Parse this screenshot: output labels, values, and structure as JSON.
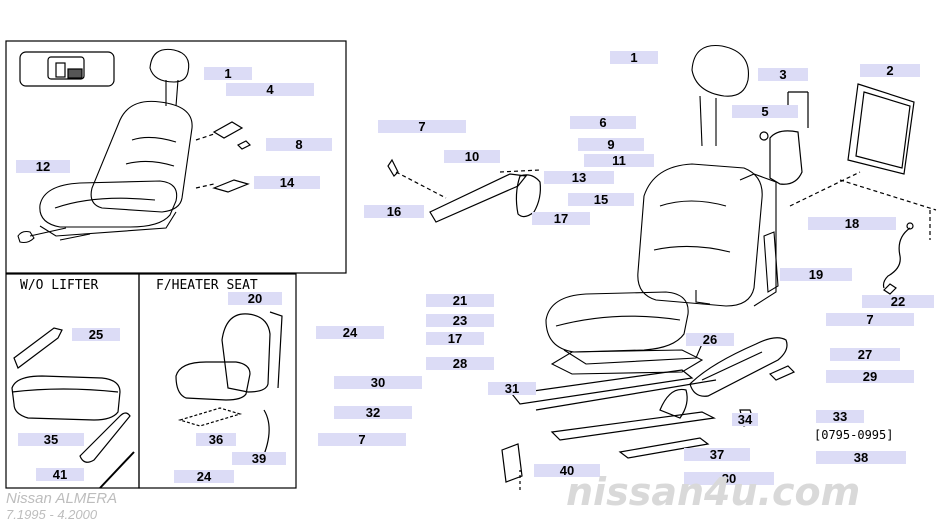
{
  "inset_labels": {
    "without_lifter": "W/O LIFTER",
    "heater_seat": "F/HEATER SEAT"
  },
  "date_range_code": "[0795-0995]",
  "footer": {
    "model": "Nissan ALMERA",
    "period": "7.1995 - 4.2000"
  },
  "watermark": "nissan4u.com",
  "colors": {
    "callout_bg": "#dcdcf6",
    "line": "#000000",
    "watermark": "#d9d9d9"
  },
  "callouts": [
    {
      "id": "c-1a",
      "label": "1"
    },
    {
      "id": "c-4",
      "label": "4"
    },
    {
      "id": "c-8",
      "label": "8"
    },
    {
      "id": "c-12",
      "label": "12"
    },
    {
      "id": "c-14",
      "label": "14"
    },
    {
      "id": "c-1b",
      "label": "1"
    },
    {
      "id": "c-2",
      "label": "2"
    },
    {
      "id": "c-3",
      "label": "3"
    },
    {
      "id": "c-5",
      "label": "5"
    },
    {
      "id": "c-6",
      "label": "6"
    },
    {
      "id": "c-7a",
      "label": "7"
    },
    {
      "id": "c-9",
      "label": "9"
    },
    {
      "id": "c-10",
      "label": "10"
    },
    {
      "id": "c-11",
      "label": "11"
    },
    {
      "id": "c-13",
      "label": "13"
    },
    {
      "id": "c-15",
      "label": "15"
    },
    {
      "id": "c-16",
      "label": "16"
    },
    {
      "id": "c-17a",
      "label": "17"
    },
    {
      "id": "c-18",
      "label": "18"
    },
    {
      "id": "c-19",
      "label": "19"
    },
    {
      "id": "c-22",
      "label": "22"
    },
    {
      "id": "c-7b",
      "label": "7"
    },
    {
      "id": "c-21",
      "label": "21"
    },
    {
      "id": "c-23",
      "label": "23"
    },
    {
      "id": "c-24a",
      "label": "24"
    },
    {
      "id": "c-17b",
      "label": "17"
    },
    {
      "id": "c-28",
      "label": "28"
    },
    {
      "id": "c-26",
      "label": "26"
    },
    {
      "id": "c-27",
      "label": "27"
    },
    {
      "id": "c-29",
      "label": "29"
    },
    {
      "id": "c-30a",
      "label": "30"
    },
    {
      "id": "c-31",
      "label": "31"
    },
    {
      "id": "c-32",
      "label": "32"
    },
    {
      "id": "c-7c",
      "label": "7"
    },
    {
      "id": "c-34",
      "label": "34"
    },
    {
      "id": "c-33",
      "label": "33"
    },
    {
      "id": "c-37",
      "label": "37"
    },
    {
      "id": "c-38",
      "label": "38"
    },
    {
      "id": "c-40",
      "label": "40"
    },
    {
      "id": "c-30b",
      "label": "30"
    },
    {
      "id": "c-25",
      "label": "25"
    },
    {
      "id": "c-35",
      "label": "35"
    },
    {
      "id": "c-41",
      "label": "41"
    },
    {
      "id": "c-20",
      "label": "20"
    },
    {
      "id": "c-36",
      "label": "36"
    },
    {
      "id": "c-39",
      "label": "39"
    },
    {
      "id": "c-24b",
      "label": "24"
    }
  ]
}
